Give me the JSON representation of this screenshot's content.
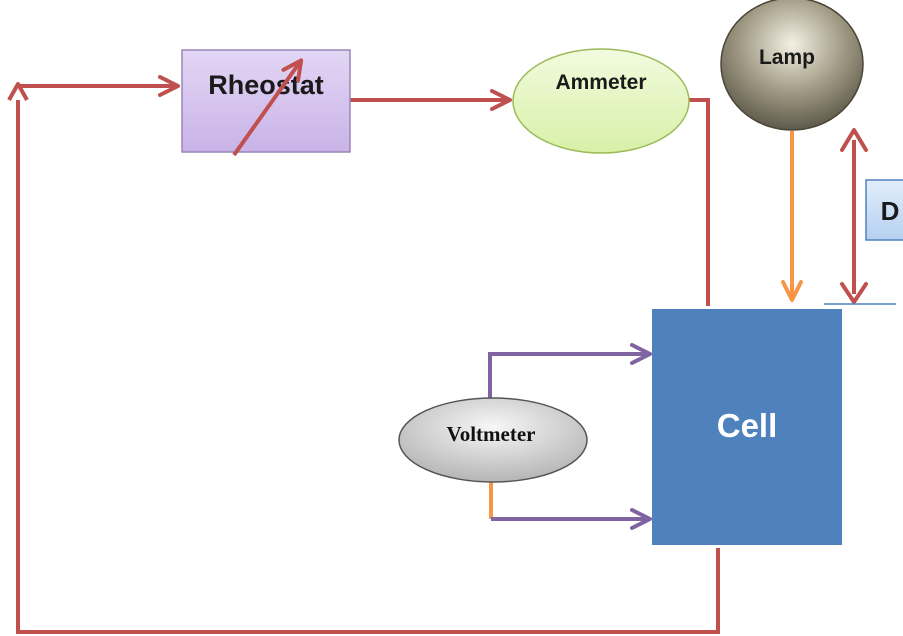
{
  "diagram": {
    "components": {
      "rheostat": {
        "label": "Rheostat"
      },
      "ammeter": {
        "label": "Ammeter"
      },
      "lamp": {
        "label": "Lamp"
      },
      "cell": {
        "label": "Cell"
      },
      "voltmeter": {
        "label": "Voltmeter"
      },
      "distance": {
        "label": "D"
      }
    },
    "colors": {
      "circuit_wire": "#c0504d",
      "lamp_light": "#f79646",
      "voltmeter_wire": "#8064a2",
      "cell_fill": "#4f81bd",
      "rheostat_fill": "#d9c8ef",
      "ammeter_fill": "#e6f7c4",
      "lamp_fill": "#8a8470",
      "voltmeter_fill": "#c8c8c8",
      "distance_box": "#c6dcf5"
    }
  }
}
